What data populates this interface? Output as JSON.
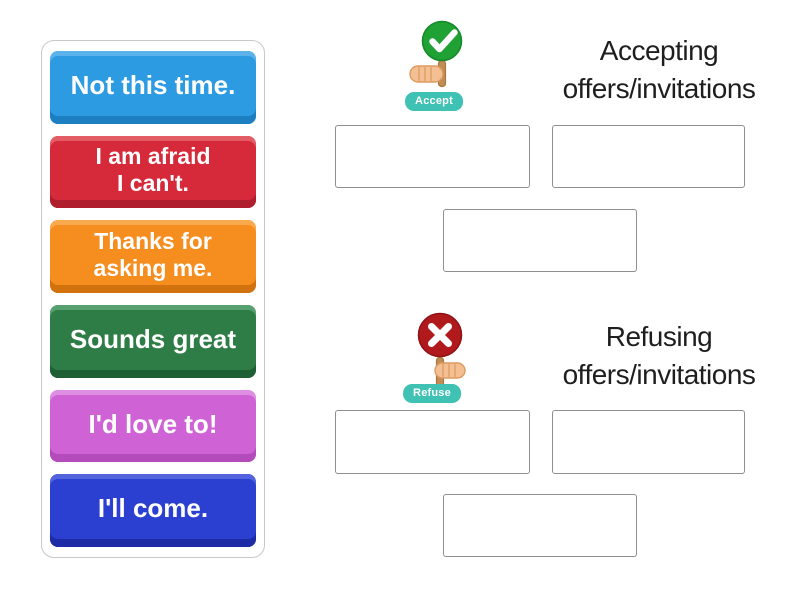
{
  "activity": {
    "type": "group-sort drag and drop",
    "word_bank": {
      "cards": [
        {
          "label": "Not this time.",
          "color": "#2d9be2",
          "bevel_light": "#5bb3ec",
          "bevel_dark": "#1b7fc2",
          "font_size": 26
        },
        {
          "label": "I am afraid\nI can't.",
          "color": "#d62a3a",
          "bevel_light": "#e45d65",
          "bevel_dark": "#b01d2c",
          "font_size": 23
        },
        {
          "label": "Thanks for\nasking me.",
          "color": "#f68d1f",
          "bevel_light": "#f9aa4e",
          "bevel_dark": "#d1720e",
          "font_size": 23
        },
        {
          "label": "Sounds great",
          "color": "#2e7d46",
          "bevel_light": "#57a06f",
          "bevel_dark": "#1e5f33",
          "font_size": 26
        },
        {
          "label": "I'd love to!",
          "color": "#cf63d6",
          "bevel_light": "#de8ee3",
          "bevel_dark": "#b34bba",
          "font_size": 26
        },
        {
          "label": "I'll come.",
          "color": "#2b3fd1",
          "bevel_light": "#5263dd",
          "bevel_dark": "#1d2ba6",
          "font_size": 26
        }
      ]
    },
    "groups": [
      {
        "name": "accept",
        "badge": "Accept",
        "title": "Accepting\noffers/invitations",
        "icon": "accept-sign-icon",
        "empty_slots": 3
      },
      {
        "name": "refuse",
        "badge": "Refuse",
        "title": "Refusing\noffers/invitations",
        "icon": "refuse-sign-icon",
        "empty_slots": 3
      }
    ]
  },
  "colors": {
    "background": "#ffffff",
    "bank_border": "#c8c8c8",
    "slot_border": "#8f8f8f",
    "title_text": "#1e1e1e",
    "badge_background": "#3fc1b3",
    "badge_text": "#ffffff",
    "accept_circle": "#1fa233",
    "accept_circle_edge": "#17882a",
    "refuse_circle": "#b11a1d",
    "refuse_circle_edge": "#8f1316",
    "mark_color": "#ffffff",
    "stick_color": "#c28c57",
    "stick_outline": "#a8773f",
    "hand_color": "#f4bf92",
    "hand_outline": "#dd9a5f"
  }
}
